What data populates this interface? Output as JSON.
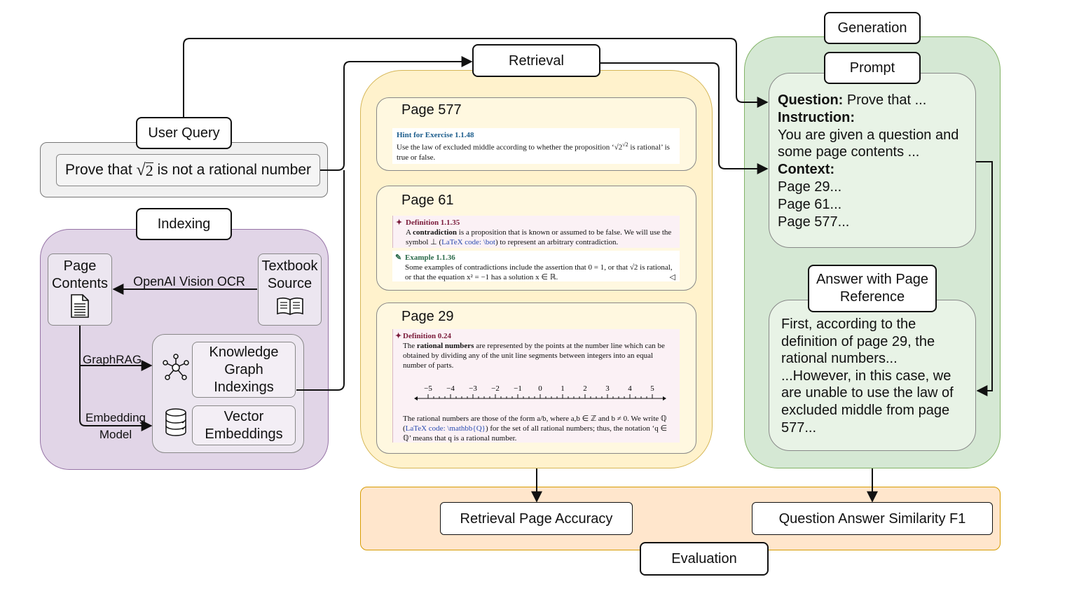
{
  "user_query": {
    "title": "User Query",
    "text_prefix": "Prove that ",
    "sqrt_sign": "√",
    "sqrt_arg": "2",
    "text_suffix": " is not a rational number"
  },
  "indexing": {
    "title": "Indexing",
    "page_contents": "Page Contents",
    "ocr_label": "OpenAI Vision OCR",
    "textbook_source": "Textbook Source",
    "graphrag_label": "GraphRAG",
    "embedding_label": "Embedding Model",
    "kg_indexings": "Knowledge Graph Indexings",
    "vector_embeddings": "Vector Embeddings"
  },
  "retrieval": {
    "title": "Retrieval",
    "pages": [
      {
        "page_title": "Page 577",
        "hint_title": "Hint for Exercise 1.1.48",
        "hint_text_a": "Use the law of excluded middle according to whether the proposition ‘√2",
        "hint_sup": "√2",
        "hint_text_b": " is rational’ is true or false."
      },
      {
        "page_title": "Page 61",
        "def_title": "Definition 1.1.35",
        "def_text_a": "A ",
        "def_bold": "contradiction",
        "def_text_b": " is a proposition that is known or assumed to be false. We will use the symbol ⊥ (",
        "def_code": "LaTeX code: \\bot",
        "def_text_c": ") to represent an arbitrary contradiction.",
        "ex_title": "Example 1.1.36",
        "ex_text": "Some examples of contradictions include the assertion that 0 = 1, or that √2 is rational, or that the equation x² = −1 has a solution x ∈ ℝ.",
        "ex_end": "◁"
      },
      {
        "page_title": "Page 29",
        "def_title": "Definition 0.24",
        "def_text_a": "The ",
        "def_bold": "rational numbers",
        "def_text_b": " are represented by the points at the number line which can be obtained by dividing any of the unit line segments between integers into an equal number of parts.",
        "number_line": [
          "−5",
          "−4",
          "−3",
          "−2",
          "−1",
          "0",
          "1",
          "2",
          "3",
          "4",
          "5"
        ],
        "tail_a": "The rational numbers are those of the form a/b, where a,b ∈ ℤ and b ≠ 0. We write ℚ (",
        "tail_code": "LaTeX code: \\mathbb{Q}",
        "tail_b": ") for the set of all rational numbers; thus, the notation ‘q ∈ ℚ’ means that q is a rational number."
      }
    ]
  },
  "generation": {
    "title": "Generation",
    "prompt_title": "Prompt",
    "question_label": "Question:",
    "question_text": " Prove that ...",
    "instruction_label": "Instruction:",
    "instruction_text": "You are given a question and some page contents ...",
    "context_label": "Context:",
    "context_items": [
      "Page 29...",
      "Page 61...",
      "Page 577..."
    ],
    "answer_title": "Answer with Page Reference",
    "answer_text": "First, according to the definition of page 29, the rational numbers... ...However, in this case, we are unable to use the law of excluded middle from page 577..."
  },
  "evaluation": {
    "title": "Evaluation",
    "retrieval_metric": "Retrieval Page Accuracy",
    "qa_metric": "Question Answer Similarity F1"
  },
  "colors": {
    "indexing_bg": "#e1d5e7",
    "indexing_border": "#9673a6",
    "retrieval_bg": "#fff2cc",
    "retrieval_border": "#d6b656",
    "generation_bg": "#d5e8d4",
    "generation_border": "#82b366",
    "evaluation_bg": "#ffe6cc",
    "evaluation_border": "#d79b00",
    "query_bg": "#f0f0f0"
  }
}
